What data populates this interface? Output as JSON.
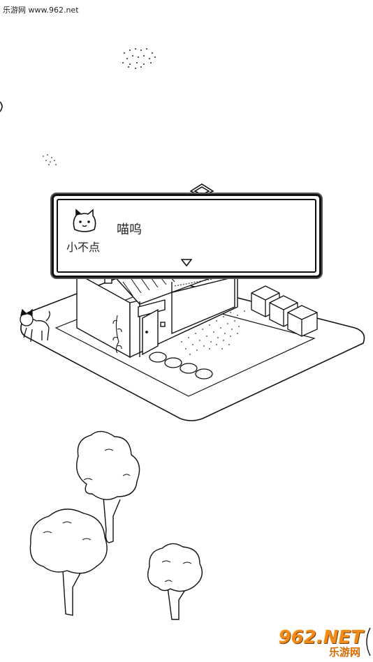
{
  "watermark": {
    "top_text": "乐游网 www.962.net"
  },
  "dialog": {
    "speaker_name": "小不点",
    "message": "喵呜",
    "next_symbol": "▽"
  },
  "badge": {
    "main_text": "962.NET",
    "sub_text": "乐游网"
  },
  "colors": {
    "ink": "#111111",
    "paper": "#ffffff",
    "badge_orange": "#f28a1a"
  }
}
